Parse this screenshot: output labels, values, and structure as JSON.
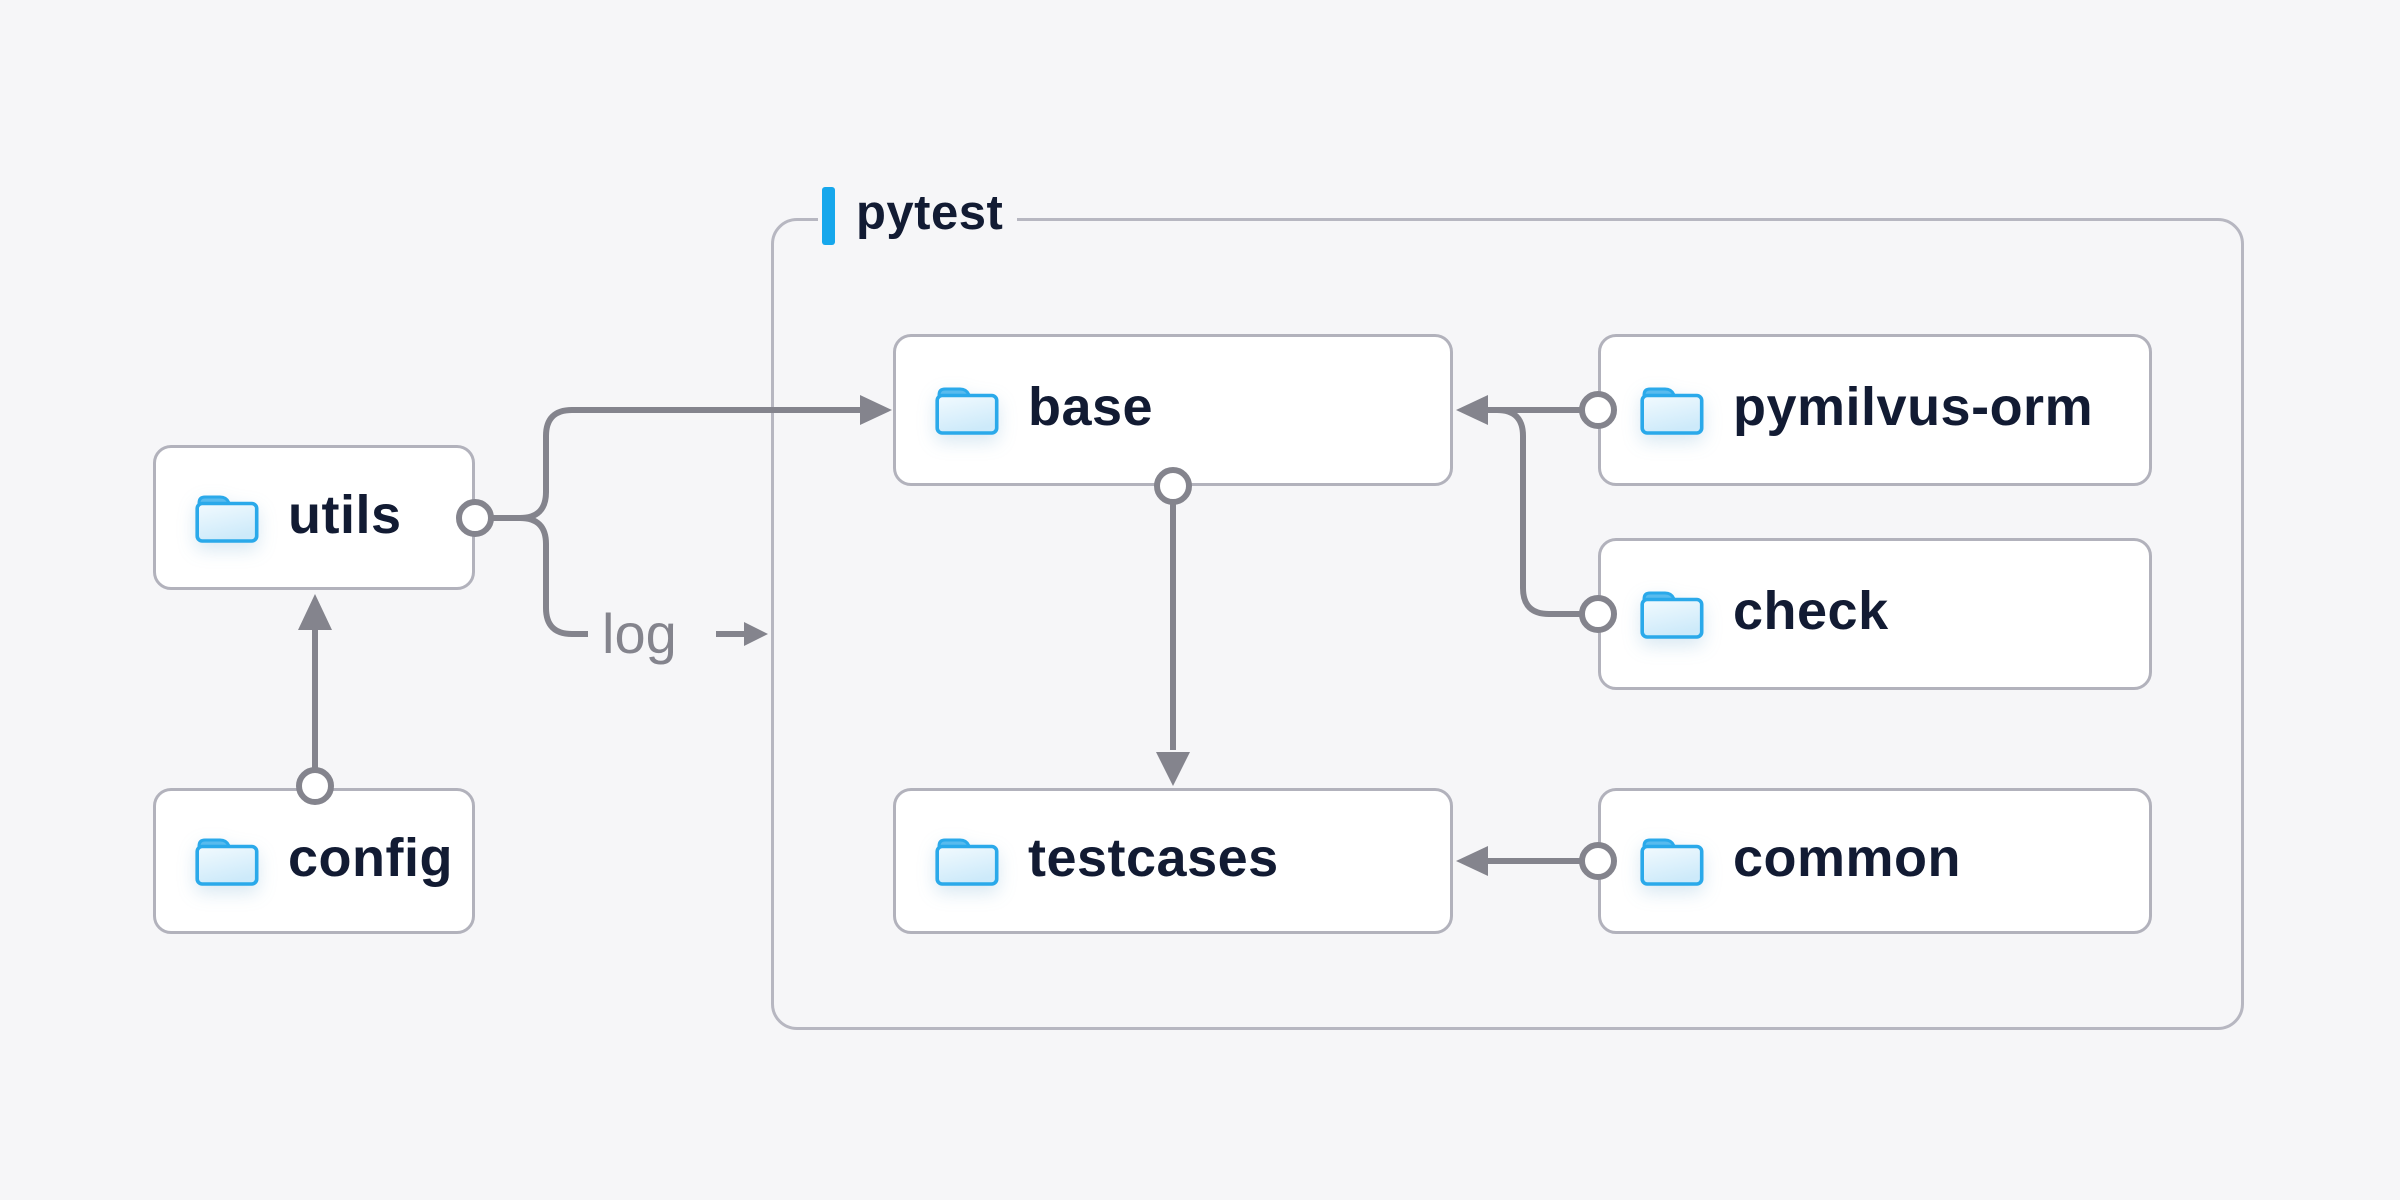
{
  "diagram": {
    "container": {
      "label": "pytest"
    },
    "nodes": [
      {
        "id": "utils",
        "label": "utils",
        "icon": "folder"
      },
      {
        "id": "config",
        "label": "config",
        "icon": "folder"
      },
      {
        "id": "base",
        "label": "base",
        "icon": "folder"
      },
      {
        "id": "pymilvus-orm",
        "label": "pymilvus-orm",
        "icon": "folder"
      },
      {
        "id": "check",
        "label": "check",
        "icon": "folder"
      },
      {
        "id": "testcases",
        "label": "testcases",
        "icon": "folder"
      },
      {
        "id": "common",
        "label": "common",
        "icon": "folder"
      }
    ],
    "edges": [
      {
        "from": "config",
        "to": "utils"
      },
      {
        "from": "utils",
        "to": "base"
      },
      {
        "from": "utils",
        "to": "pytest",
        "label": "log"
      },
      {
        "from": "pymilvus-orm",
        "to": "base"
      },
      {
        "from": "check",
        "to": "base"
      },
      {
        "from": "base",
        "to": "testcases"
      },
      {
        "from": "common",
        "to": "testcases"
      }
    ],
    "colors": {
      "background": "#f6f6f8",
      "node_fill": "#ffffff",
      "node_border": "#b2b2bc",
      "group_border": "#b7b7c1",
      "connector": "#84848d",
      "text": "#121b33",
      "accent": "#16a7ec",
      "folder_blue": "#2aa9ea"
    }
  }
}
